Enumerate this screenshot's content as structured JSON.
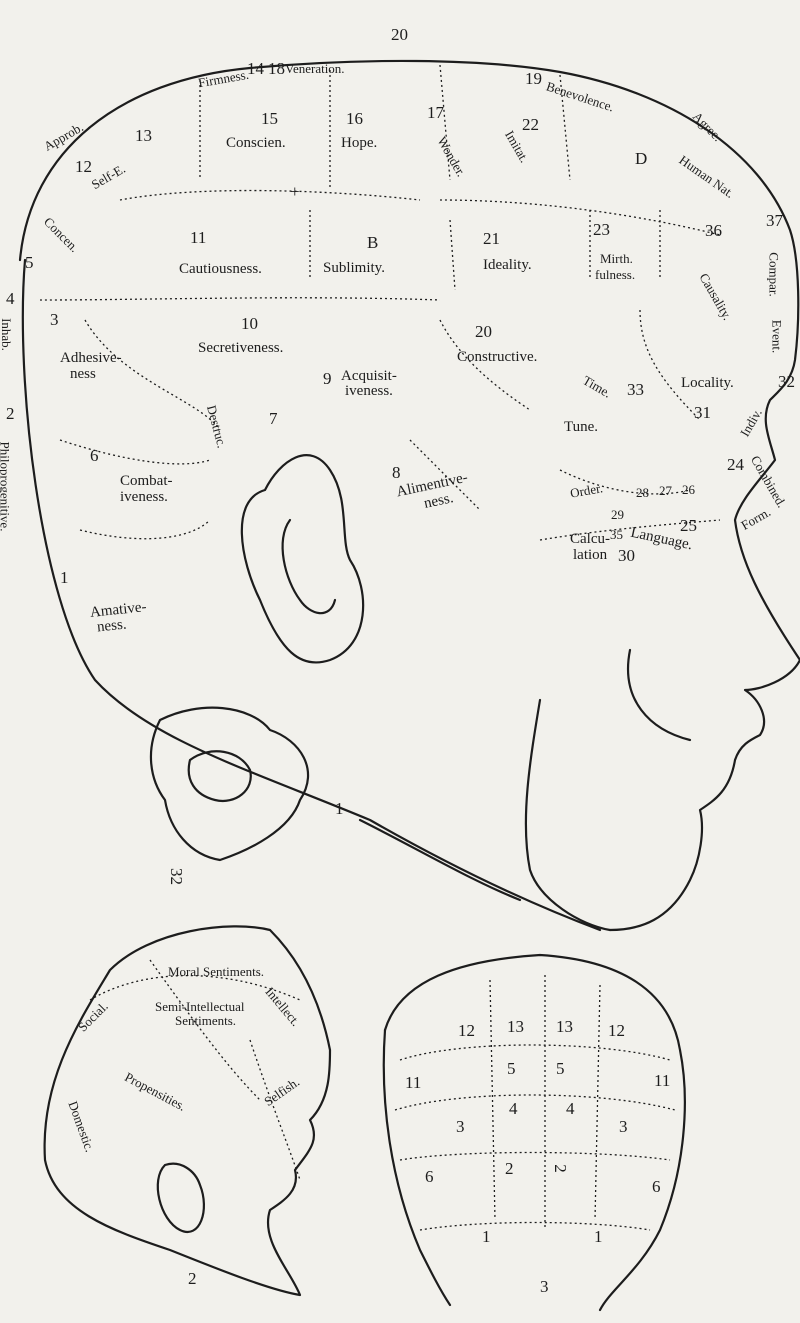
{
  "page_number": "20",
  "upper_figure": {
    "numbers": {
      "n1": "1",
      "n1b": "1",
      "n2": "2",
      "n3": "3",
      "n4": "4",
      "n5": "5",
      "n6": "6",
      "n7": "7",
      "n8": "8",
      "n9": "9",
      "n10": "10",
      "n11": "11",
      "n12": "12",
      "n13": "13",
      "n14": "14",
      "n15": "15",
      "n16": "16",
      "n17": "17",
      "n18": "18",
      "n19": "19",
      "n20": "20",
      "n21": "21",
      "n22": "22",
      "n23": "23",
      "n24": "24",
      "n25": "25",
      "n26": "26",
      "n27": "27",
      "n28": "28",
      "n29": "29",
      "n30": "30",
      "n31": "31",
      "n32": "32",
      "n33": "33",
      "n35": "35",
      "n36": "36",
      "n37": "37",
      "n_b": "B",
      "n_d": "D",
      "n_cross": "+",
      "n_bottom": "32"
    },
    "faculties": {
      "conscien": "Conscien.",
      "hope": "Hope.",
      "veneration": "Veneration.",
      "firmness": "Firmness.",
      "benevolence": "Benevolence.",
      "cautiousness": "Cautiousness.",
      "sublimity": "Sublimity.",
      "ideality": "Ideality.",
      "mirthfulness_1": "Mirth.",
      "mirthfulness_2": "fulness.",
      "adhesiveness_1": "Adhesive-",
      "adhesiveness_2": "ness",
      "secretiveness": "Secretiveness.",
      "acquisitiveness_1": "Acquisit-",
      "acquisitiveness_2": "iveness.",
      "constructive": "Constructive.",
      "locality": "Locality.",
      "tune": "Tune.",
      "combativeness_1": "Combat-",
      "combativeness_2": "iveness.",
      "alimentiveness_1": "Alimentive-",
      "alimentiveness_2": "ness.",
      "calculation_1": "Calcu-",
      "calculation_2": "lation",
      "language": "Language.",
      "amativeness_1": "Amative-",
      "amativeness_2": "ness.",
      "inhabitiveness": "Inhab.",
      "philoprogenitiveness": "Philoprogenitive.",
      "comparison": "Compar.",
      "eventuality": "Event.",
      "order": "Order.",
      "time": "Time.",
      "form": "Form.",
      "individuality": "Indiv.",
      "destructiveness": "Destruc.",
      "concentrativeness": "Concen.",
      "self_esteem": "Self-E.",
      "approbativeness": "Approb.",
      "human_nature": "Human Nat.",
      "causality": "Causality.",
      "wonder": "Wonder.",
      "agreeableness": "Agree.",
      "imitation": "Imitat.",
      "combined": "Combined."
    }
  },
  "lower_left_figure": {
    "moral": "Moral Sentiments.",
    "semi_1": "Semi-Intellectual",
    "semi_2": "Sentiments.",
    "propensities": "Propensities.",
    "selfish": "Selfish.",
    "intellect": "Intellect.",
    "domestic": "Domestic.",
    "social": "Social.",
    "number": "2"
  },
  "lower_right_figure": {
    "numbers": [
      "12",
      "13",
      "13",
      "12",
      "11",
      "5",
      "5",
      "11",
      "3",
      "4",
      "4",
      "3",
      "6",
      "2",
      "2",
      "6",
      "1",
      "1"
    ],
    "number": "3"
  }
}
